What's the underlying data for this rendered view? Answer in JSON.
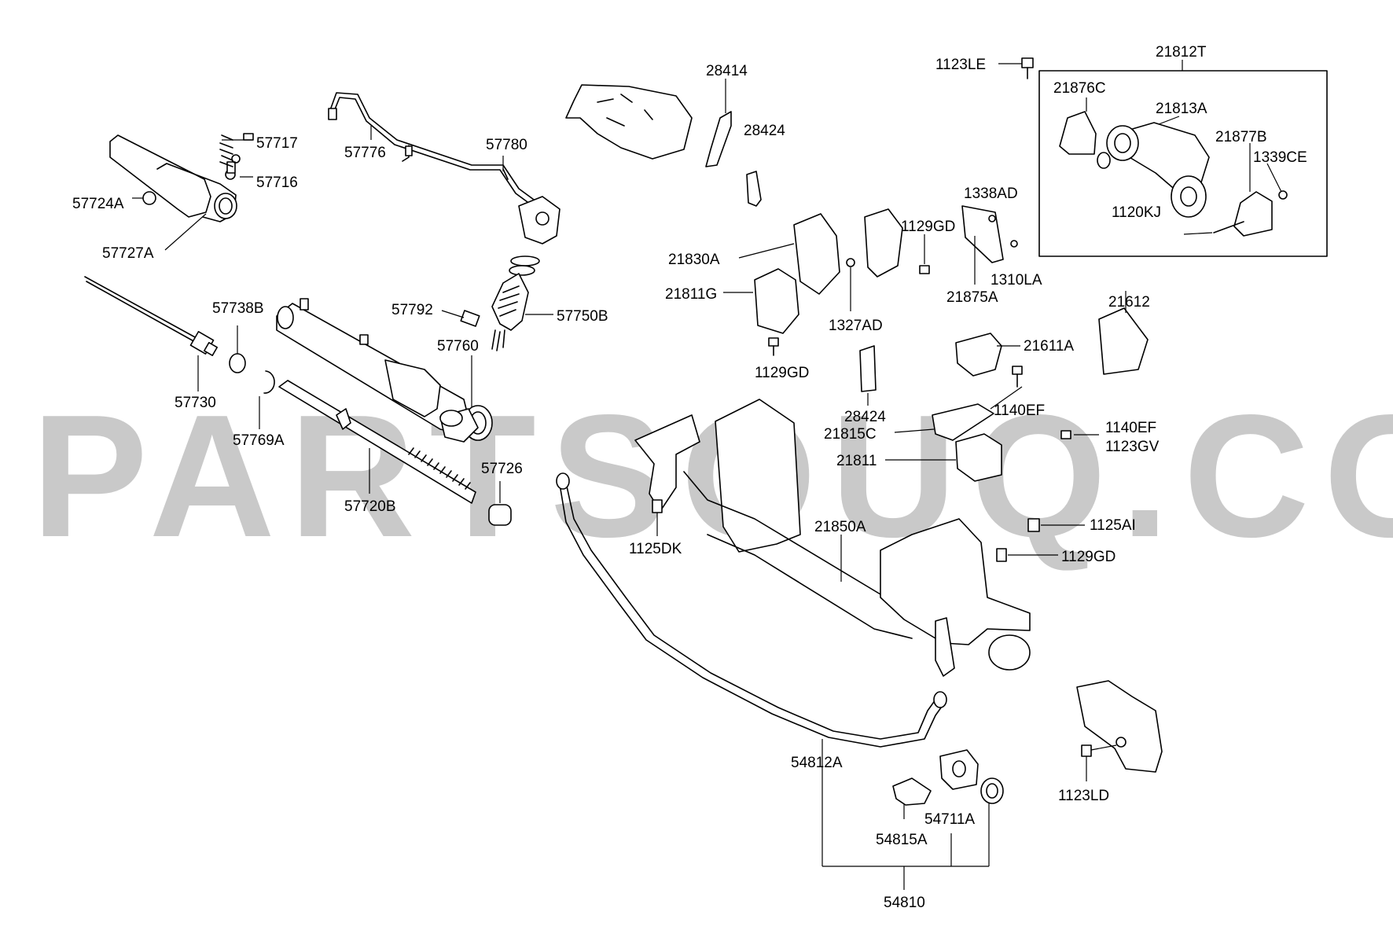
{
  "watermark": "PARTSOUQ.COM",
  "labels": {
    "p57717": "57717",
    "p57716": "57716",
    "p57724A": "57724A",
    "p57727A": "57727A",
    "p57776": "57776",
    "p57780": "57780",
    "p28414": "28414",
    "p28424_top": "28424",
    "p1123LE": "1123LE",
    "p21812T": "21812T",
    "p21876C": "21876C",
    "p21813A": "21813A",
    "p21877B": "21877B",
    "p1339CE": "1339CE",
    "p1120KJ": "1120KJ",
    "p1338AD": "1338AD",
    "p1129GD_a": "1129GD",
    "p1310LA": "1310LA",
    "p21875A": "21875A",
    "p21830A": "21830A",
    "p21811G": "21811G",
    "p1327AD": "1327AD",
    "p1129GD_b": "1129GD",
    "p57738B": "57738B",
    "p57792": "57792",
    "p57750B": "57750B",
    "p57760": "57760",
    "p57730": "57730",
    "p57769A": "57769A",
    "p21612": "21612",
    "p21611A": "21611A",
    "p1140EF_a": "1140EF",
    "p28424_mid": "28424",
    "p21815C": "21815C",
    "p21811": "21811",
    "p1140EF_b": "1140EF",
    "p1123GV": "1123GV",
    "p57726": "57726",
    "p57720B": "57720B",
    "p1125DK": "1125DK",
    "p21850A": "21850A",
    "p1125AI": "1125AI",
    "p1129GD_c": "1129GD",
    "p54812A": "54812A",
    "p54711A": "54711A",
    "p54815A": "54815A",
    "p1123LD": "1123LD",
    "p54810": "54810"
  }
}
